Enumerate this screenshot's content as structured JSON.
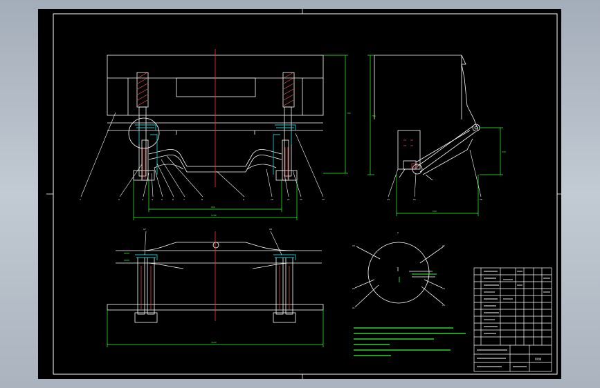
{
  "drawing": {
    "front_view": {
      "dimensions": {
        "height": "795",
        "span_inner": "830",
        "span_outer": "1280"
      }
    },
    "side_view": {
      "dimensions": {
        "height": "755",
        "arm": "440",
        "base": "520"
      }
    },
    "plan_view": {
      "dimensions": {
        "length": "1600"
      }
    },
    "detail_view": {
      "label": "A"
    },
    "colors": {
      "background": "#000000",
      "outline": "#ffffff",
      "dimension": "#33ff33",
      "centerline": "#ff3333",
      "hydraulic": "#22c5c5",
      "section_hatch": "#ff4d4d"
    }
  },
  "title_block": {
    "drawing_title": "装配图"
  }
}
